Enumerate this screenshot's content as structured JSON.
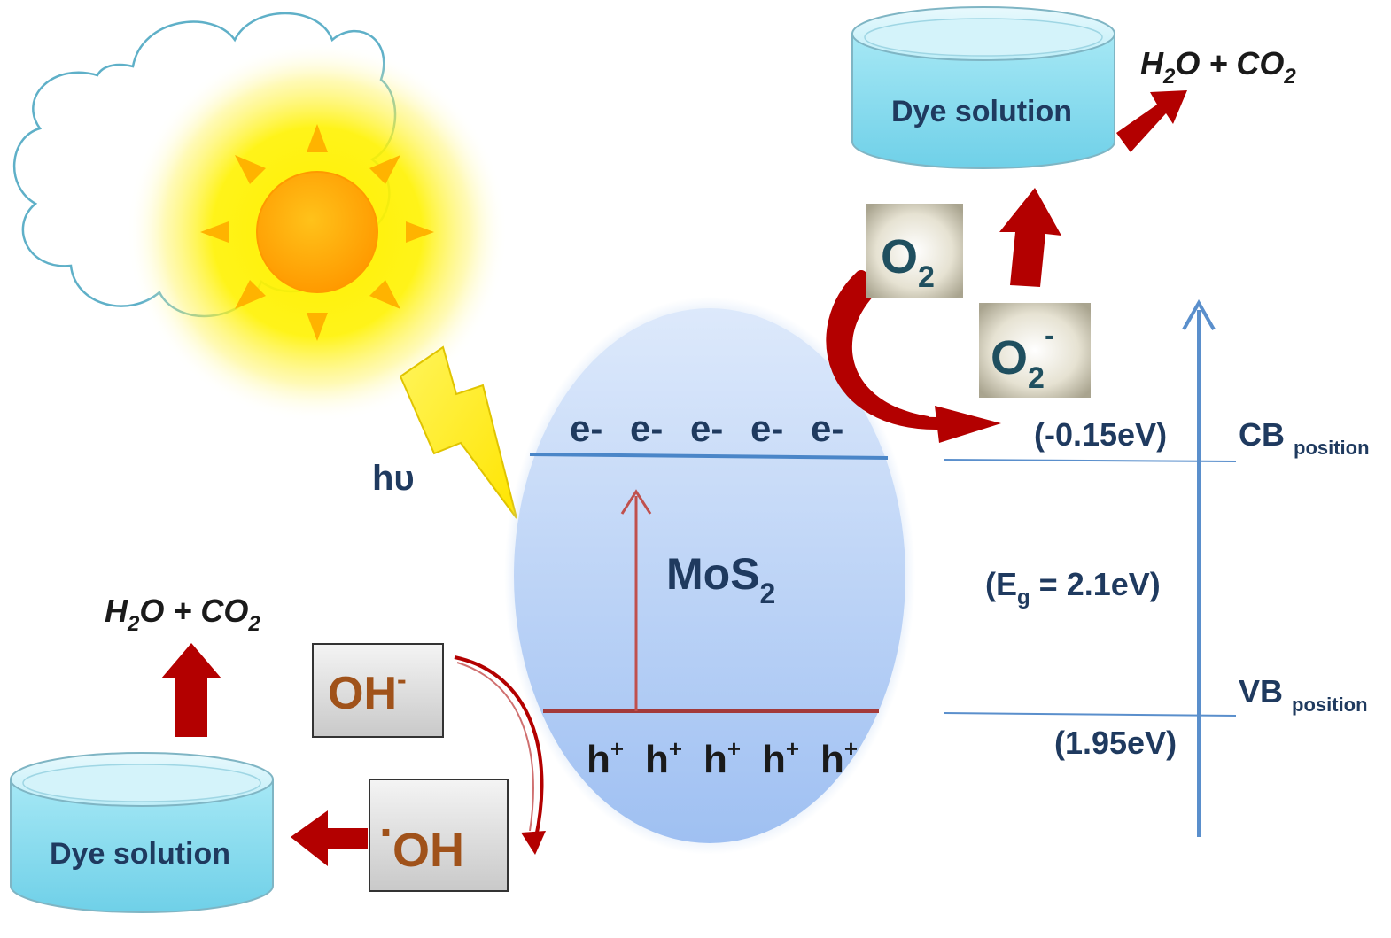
{
  "colors": {
    "navy": "#1f3a5f",
    "band_blue": "#4a86c8",
    "band_red": "#a33a3a",
    "arrow_red": "#b30000",
    "oh_brown": "#a0521a",
    "o2_teal": "#1f4f5f",
    "axis_blue": "#5a8fcc",
    "sun_orange": "#ffb000",
    "sun_glow": "#fff200"
  },
  "light": {
    "label": "hυ"
  },
  "catalyst": {
    "main": "MoS",
    "sub": "2"
  },
  "electrons": [
    "e-",
    "e-",
    "e-",
    "e-",
    "e-"
  ],
  "holes": [
    "h",
    "h",
    "h",
    "h",
    "h"
  ],
  "hole_charge": "+",
  "species": {
    "o2": {
      "main": "O",
      "sub": "2"
    },
    "superoxide": {
      "main": "O",
      "sub": "2",
      "sup": "-"
    },
    "hydroxide": {
      "main": "OH",
      "sup": "-"
    },
    "radical": {
      "dot": ".",
      "main": "OH"
    }
  },
  "dye_top": {
    "label": "Dye solution"
  },
  "dye_bottom": {
    "label": "Dye solution"
  },
  "products_top": {
    "h": "H",
    "sub1": "2",
    "o": "O + CO",
    "sub2": "2"
  },
  "products_bottom": {
    "h": "H",
    "sub1": "2",
    "o": "O + CO",
    "sub2": "2"
  },
  "energy": {
    "cb_value": "(-0.15eV)",
    "cb_label": "CB",
    "cb_sub": "position",
    "gap_open": "(E",
    "gap_sub": "g",
    "gap_rest": " = 2.1eV)",
    "vb_label": "VB",
    "vb_sub": "position",
    "vb_value": "(1.95eV)"
  }
}
